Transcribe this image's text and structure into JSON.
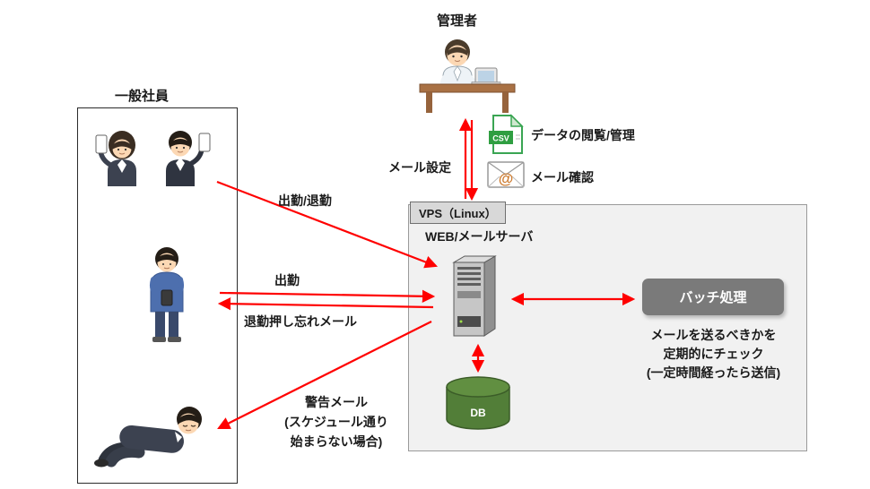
{
  "admin": {
    "label": "管理者"
  },
  "employees": {
    "label": "一般社員"
  },
  "csv": {
    "icon_text": "CSV",
    "label": "データの閲覧/管理"
  },
  "mail": {
    "at_symbol": "@",
    "label": "メール確認"
  },
  "arrows": {
    "mail_setting": "メール設定",
    "clock_in_out": "出勤/退勤",
    "clock_in": "出勤",
    "forgot_clock_out": "退勤押し忘れメール",
    "warning_line1": "警告メール",
    "warning_line2": "(スケジュール通り",
    "warning_line3": "始まらない場合)"
  },
  "vps": {
    "tag": "VPS（Linux）",
    "server_label": "WEB/メールサーバ",
    "db_label": "DB",
    "batch_label": "バッチ処理",
    "note_line1": "メールを送るべきかを",
    "note_line2": "定期的にチェック",
    "note_line3": "(一定時間経ったら送信)"
  },
  "colors": {
    "arrow_red": "#ff0000",
    "batch_gray": "#7a7a7a",
    "db_green": "#527e38",
    "csv_green": "#2f9e41",
    "vps_bg": "#f1f1f1"
  }
}
